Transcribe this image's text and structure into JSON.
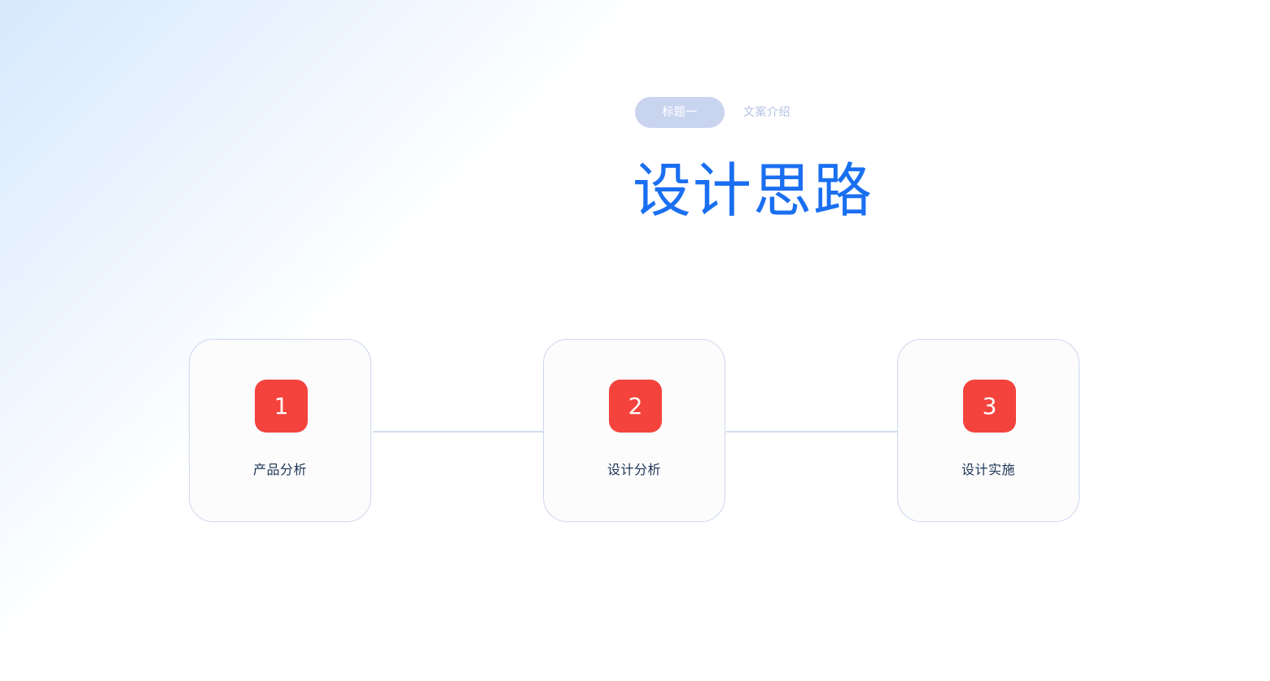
{
  "header": {
    "tag": "标题一",
    "intro": "文案介绍",
    "title": "设计思路"
  },
  "steps": [
    {
      "number": "1",
      "label": "产品分析"
    },
    {
      "number": "2",
      "label": "设计分析"
    },
    {
      "number": "3",
      "label": "设计实施"
    }
  ],
  "colors": {
    "accent": "#1a6ff1",
    "badge": "#f4433d",
    "pill": "#c9d4ef",
    "card_border": "#cdd7ee",
    "label_text": "#1d3555"
  }
}
